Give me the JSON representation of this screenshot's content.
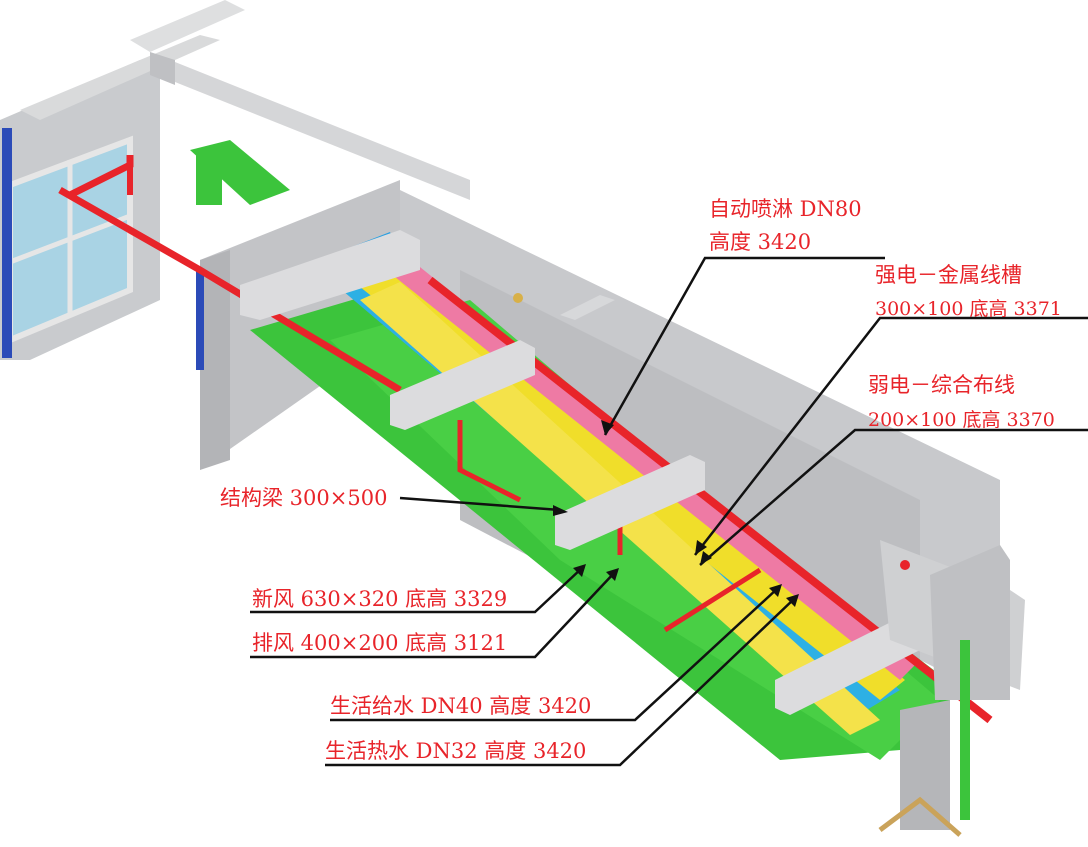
{
  "labels": {
    "sprinkler_line1": "自动喷淋 DN80",
    "sprinkler_line2": "高度 3420",
    "strong_line1": "强电－金属线槽",
    "strong_line2": "300×100 底高 3371",
    "weak_line1": "弱电－综合布线",
    "weak_line2": "200×100 底高 3370",
    "beam": "结构梁 300×500",
    "fresh_air": "新风 630×320 底高 3329",
    "exhaust": "排风 400×200 底高 3121",
    "water_supply": "生活给水 DN40 高度 3420",
    "hot_water": "生活热水 DN32 高度 3420"
  },
  "colors": {
    "label_text": "#e8242a",
    "leader": "#111111",
    "sprinkler": "#e8242a",
    "strong_tray": "#f0de2a",
    "weak_tray": "#ee7aa4",
    "fresh_air_duct": "#2db0e4",
    "exhaust_duct": "#3cc43c",
    "concrete": "#cfd0d2",
    "concrete_face": "#b7b8bb"
  }
}
